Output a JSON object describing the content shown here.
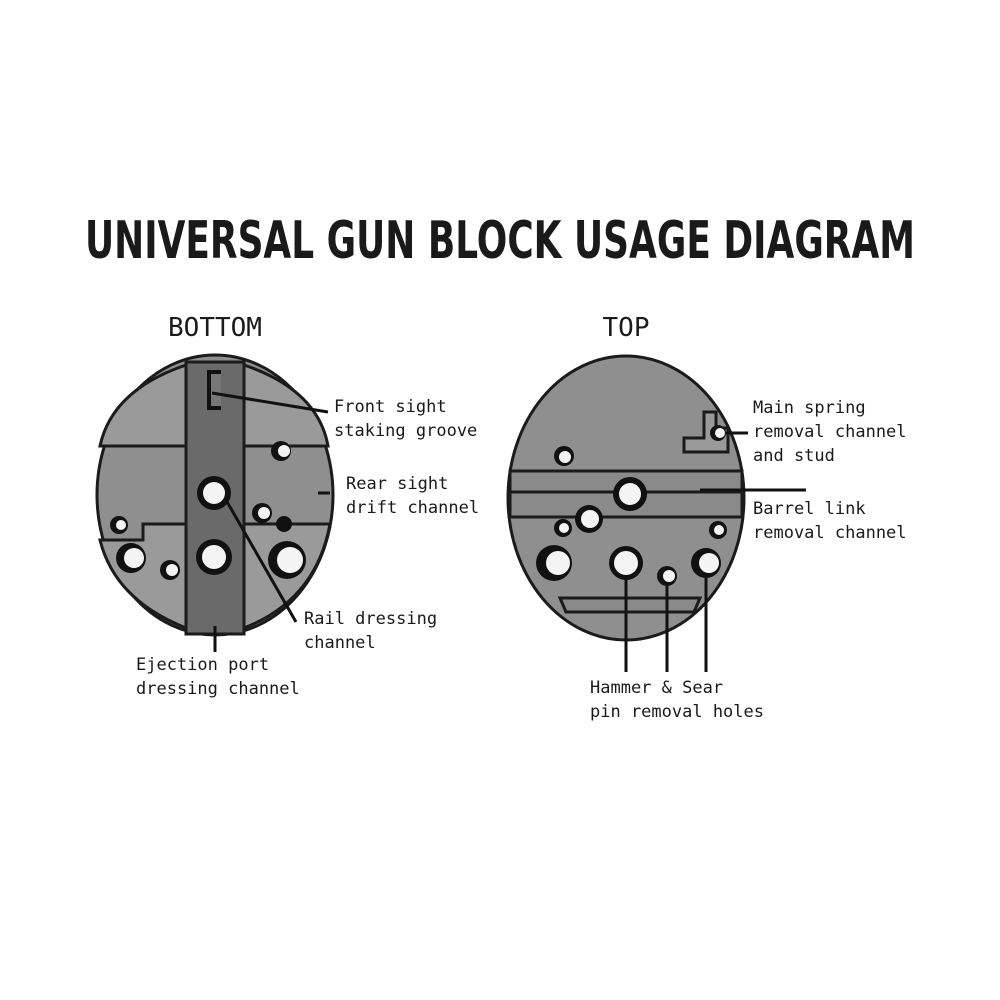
{
  "title": "UNIVERSAL GUN BLOCK USAGE DIAGRAM",
  "views": {
    "bottom": {
      "label": "BOTTOM",
      "callouts": {
        "front_sight": [
          "Front sight",
          "staking groove"
        ],
        "rear_sight": [
          "Rear sight",
          "drift channel"
        ],
        "rail_dressing": [
          "Rail dressing",
          "channel"
        ],
        "ejection_port": [
          "Ejection port",
          "dressing channel"
        ]
      }
    },
    "top": {
      "label": "TOP",
      "callouts": {
        "main_spring": [
          "Main spring",
          "removal channel",
          "and stud"
        ],
        "barrel_link": [
          "Barrel link",
          "removal channel"
        ],
        "hammer_sear": [
          "Hammer & Sear",
          "pin removal holes"
        ]
      }
    }
  },
  "colors": {
    "block_fill": "#8f8f8f",
    "channel_fill": "#6a6a6a",
    "outline": "#1b1b1b",
    "background": "#ffffff"
  }
}
